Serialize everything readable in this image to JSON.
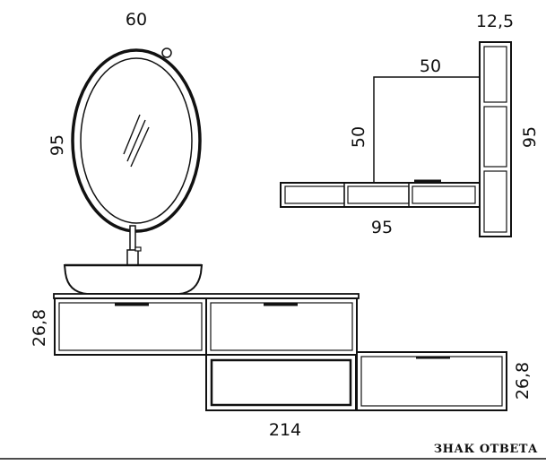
{
  "dimensions": {
    "mirror_width": "60",
    "mirror_height": "95",
    "column_width": "12,5",
    "shelf_top_width": "50",
    "shelf_height": "50",
    "column_height": "95",
    "open_shelf_width": "95",
    "cabinet_left_height": "26,8",
    "cabinet_right_height": "26,8",
    "total_width": "214"
  },
  "brand": {
    "label": "ЗНАК ОТВЕТА"
  }
}
